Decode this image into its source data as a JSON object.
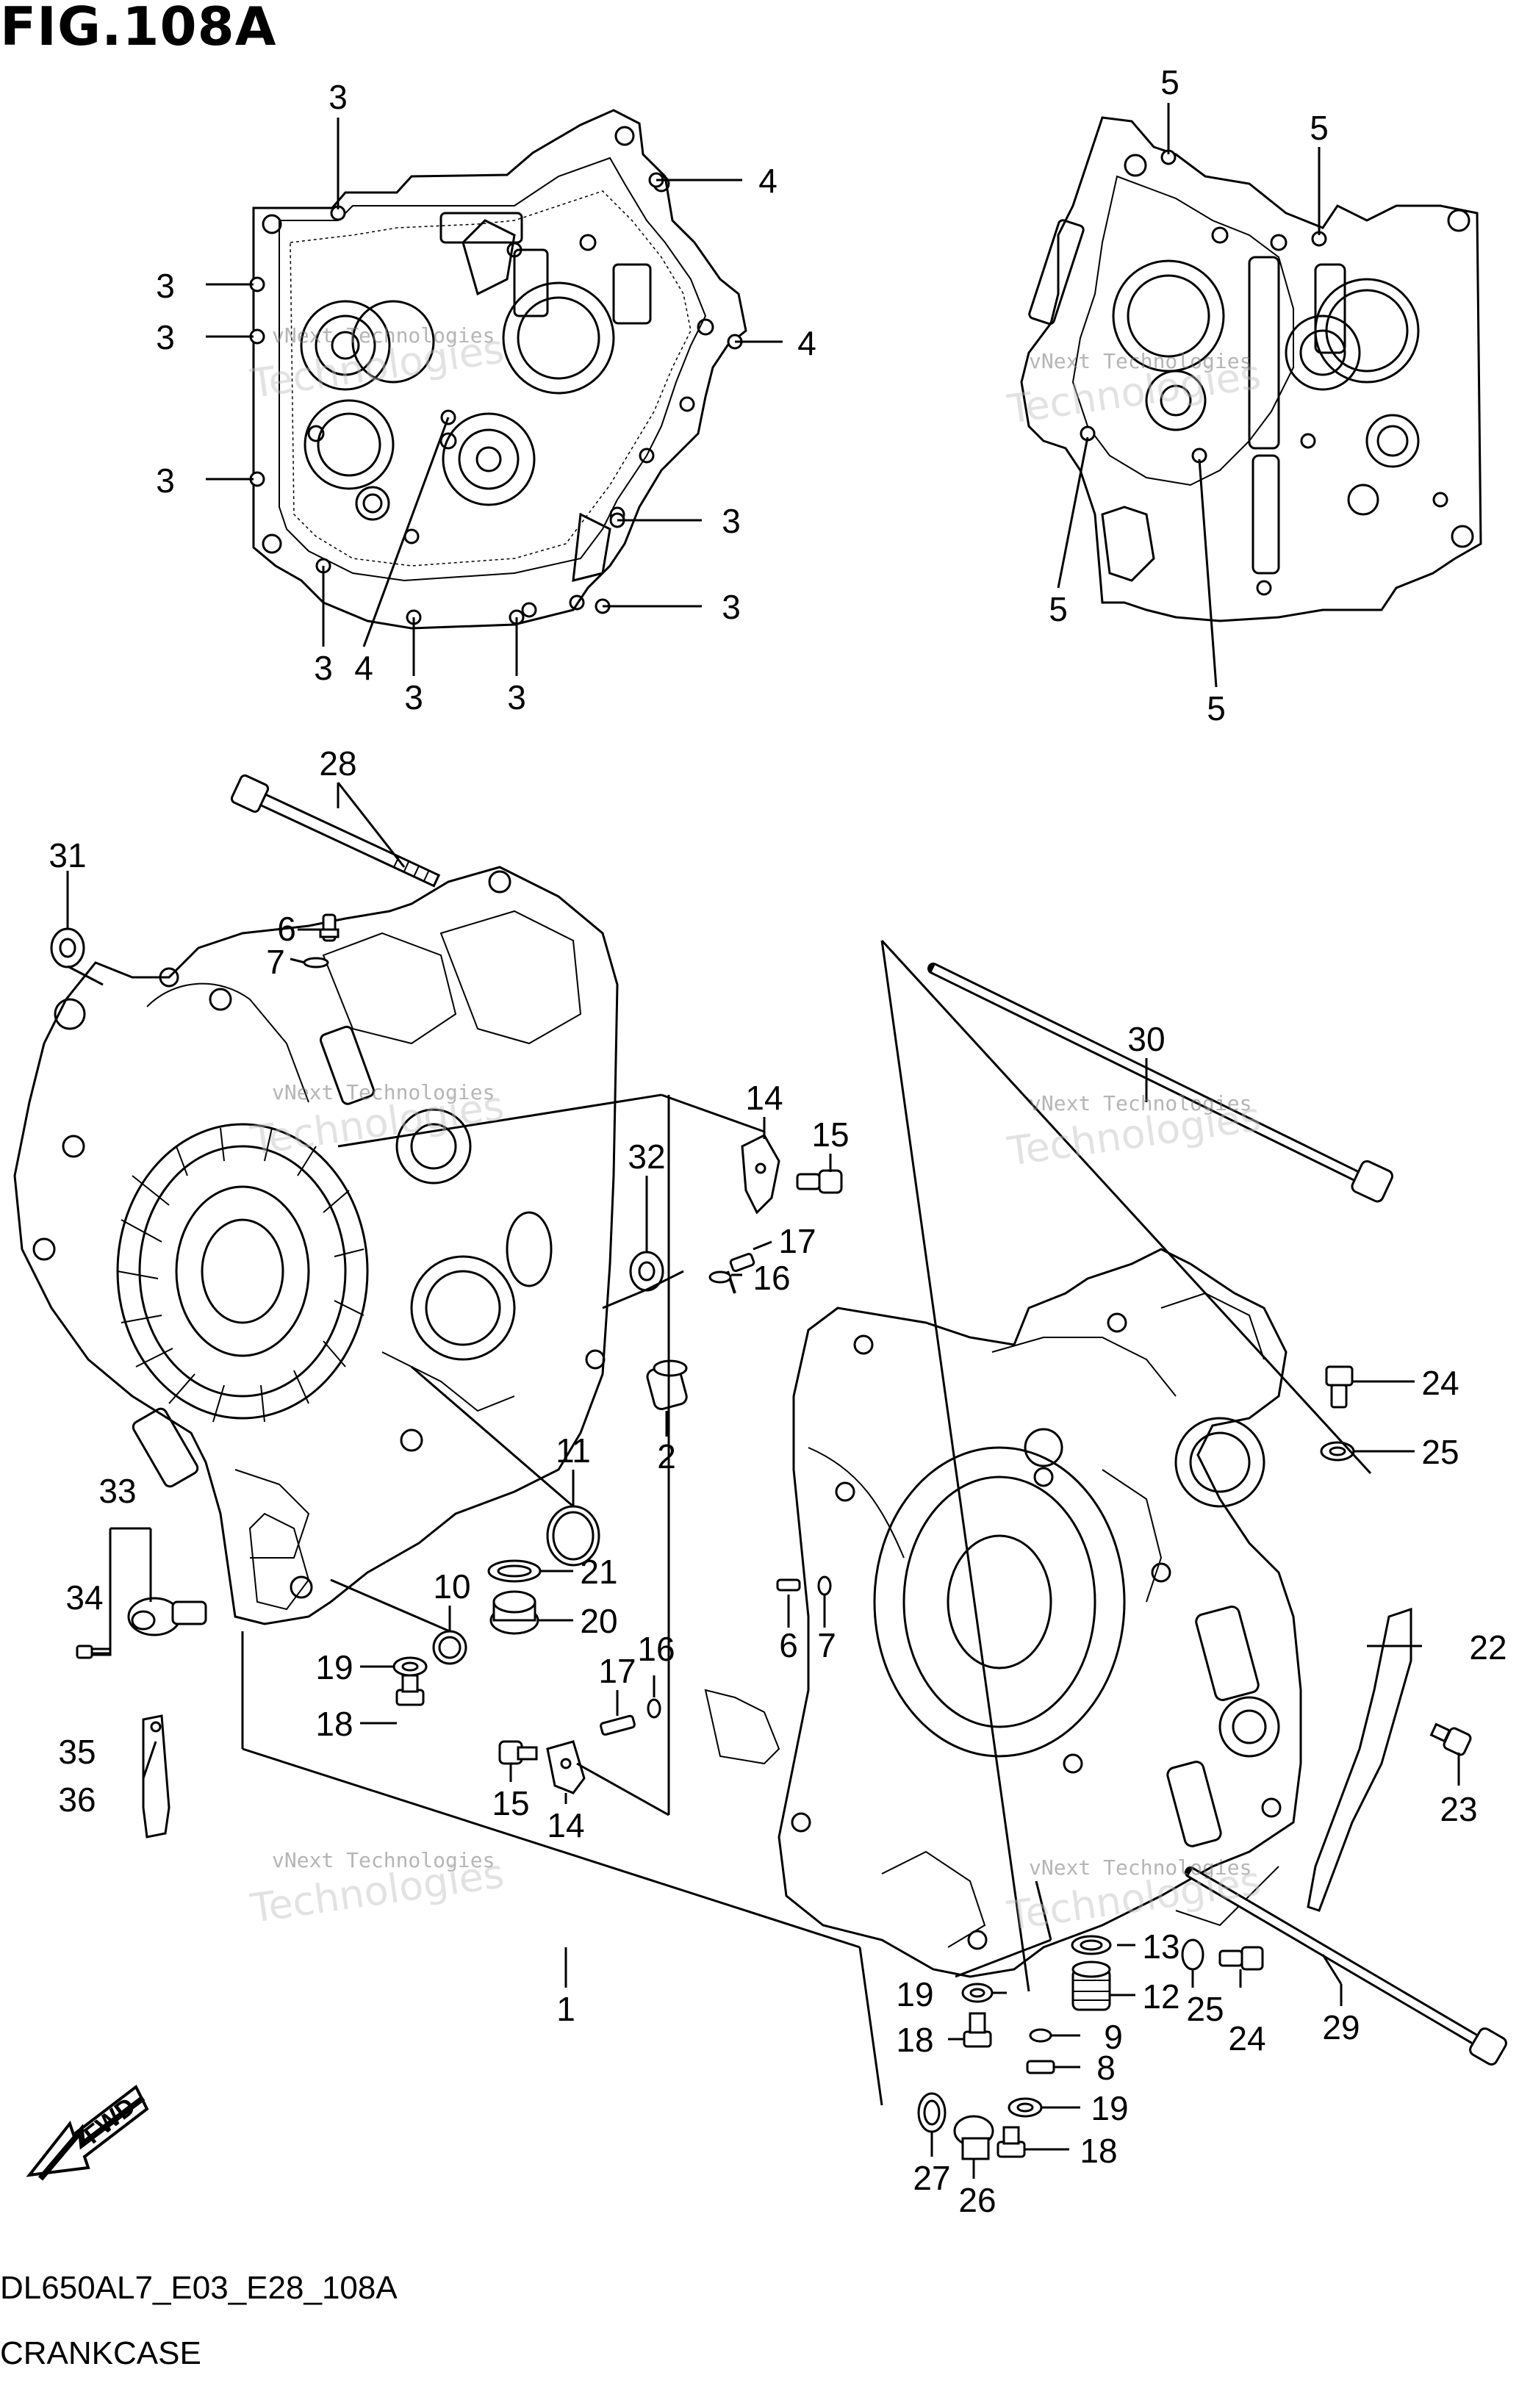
{
  "figure": {
    "title": "FIG.108A",
    "model_code": "DL650AL7_E03_E28_108A",
    "name": "CRANKCASE"
  },
  "watermark": {
    "line1": "vNext Technologies",
    "line2": "Technologies"
  },
  "fwd_arrow": {
    "label": "FWD"
  },
  "callouts": [
    {
      "id": "c3a",
      "label": "3"
    },
    {
      "id": "c4a",
      "label": "4"
    },
    {
      "id": "c3b",
      "label": "3"
    },
    {
      "id": "c4b",
      "label": "4"
    },
    {
      "id": "c3c",
      "label": "3"
    },
    {
      "id": "c3d",
      "label": "3"
    },
    {
      "id": "c3e",
      "label": "3"
    },
    {
      "id": "c3f",
      "label": "3"
    },
    {
      "id": "c3g",
      "label": "3"
    },
    {
      "id": "c3h",
      "label": "3"
    },
    {
      "id": "c4c",
      "label": "4"
    },
    {
      "id": "c3i",
      "label": "3"
    },
    {
      "id": "c3j",
      "label": "3"
    },
    {
      "id": "c5a",
      "label": "5"
    },
    {
      "id": "c5b",
      "label": "5"
    },
    {
      "id": "c5c",
      "label": "5"
    },
    {
      "id": "c5d",
      "label": "5"
    },
    {
      "id": "c28",
      "label": "28"
    },
    {
      "id": "c31",
      "label": "31"
    },
    {
      "id": "c6a",
      "label": "6"
    },
    {
      "id": "c7a",
      "label": "7"
    },
    {
      "id": "c30",
      "label": "30"
    },
    {
      "id": "c14a",
      "label": "14"
    },
    {
      "id": "c15a",
      "label": "15"
    },
    {
      "id": "c32",
      "label": "32"
    },
    {
      "id": "c17a",
      "label": "17"
    },
    {
      "id": "c16a",
      "label": "16"
    },
    {
      "id": "c2",
      "label": "2"
    },
    {
      "id": "c11",
      "label": "11"
    },
    {
      "id": "c24a",
      "label": "24"
    },
    {
      "id": "c25a",
      "label": "25"
    },
    {
      "id": "c33",
      "label": "33"
    },
    {
      "id": "c34",
      "label": "34"
    },
    {
      "id": "c21",
      "label": "21"
    },
    {
      "id": "c10",
      "label": "10"
    },
    {
      "id": "c20",
      "label": "20"
    },
    {
      "id": "c6b",
      "label": "6"
    },
    {
      "id": "c7b",
      "label": "7"
    },
    {
      "id": "c19a",
      "label": "19"
    },
    {
      "id": "c17b",
      "label": "17"
    },
    {
      "id": "c16b",
      "label": "16"
    },
    {
      "id": "c18a",
      "label": "18"
    },
    {
      "id": "c22",
      "label": "22"
    },
    {
      "id": "c23",
      "label": "23"
    },
    {
      "id": "c35",
      "label": "35"
    },
    {
      "id": "c36",
      "label": "36"
    },
    {
      "id": "c15b",
      "label": "15"
    },
    {
      "id": "c14b",
      "label": "14"
    },
    {
      "id": "c1",
      "label": "1"
    },
    {
      "id": "c13",
      "label": "13"
    },
    {
      "id": "c19b",
      "label": "19"
    },
    {
      "id": "c12",
      "label": "12"
    },
    {
      "id": "c25b",
      "label": "25"
    },
    {
      "id": "c24b",
      "label": "24"
    },
    {
      "id": "c29",
      "label": "29"
    },
    {
      "id": "c18b",
      "label": "18"
    },
    {
      "id": "c9",
      "label": "9"
    },
    {
      "id": "c8",
      "label": "8"
    },
    {
      "id": "c19c",
      "label": "19"
    },
    {
      "id": "c27",
      "label": "27"
    },
    {
      "id": "c26",
      "label": "26"
    },
    {
      "id": "c18c",
      "label": "18"
    }
  ]
}
